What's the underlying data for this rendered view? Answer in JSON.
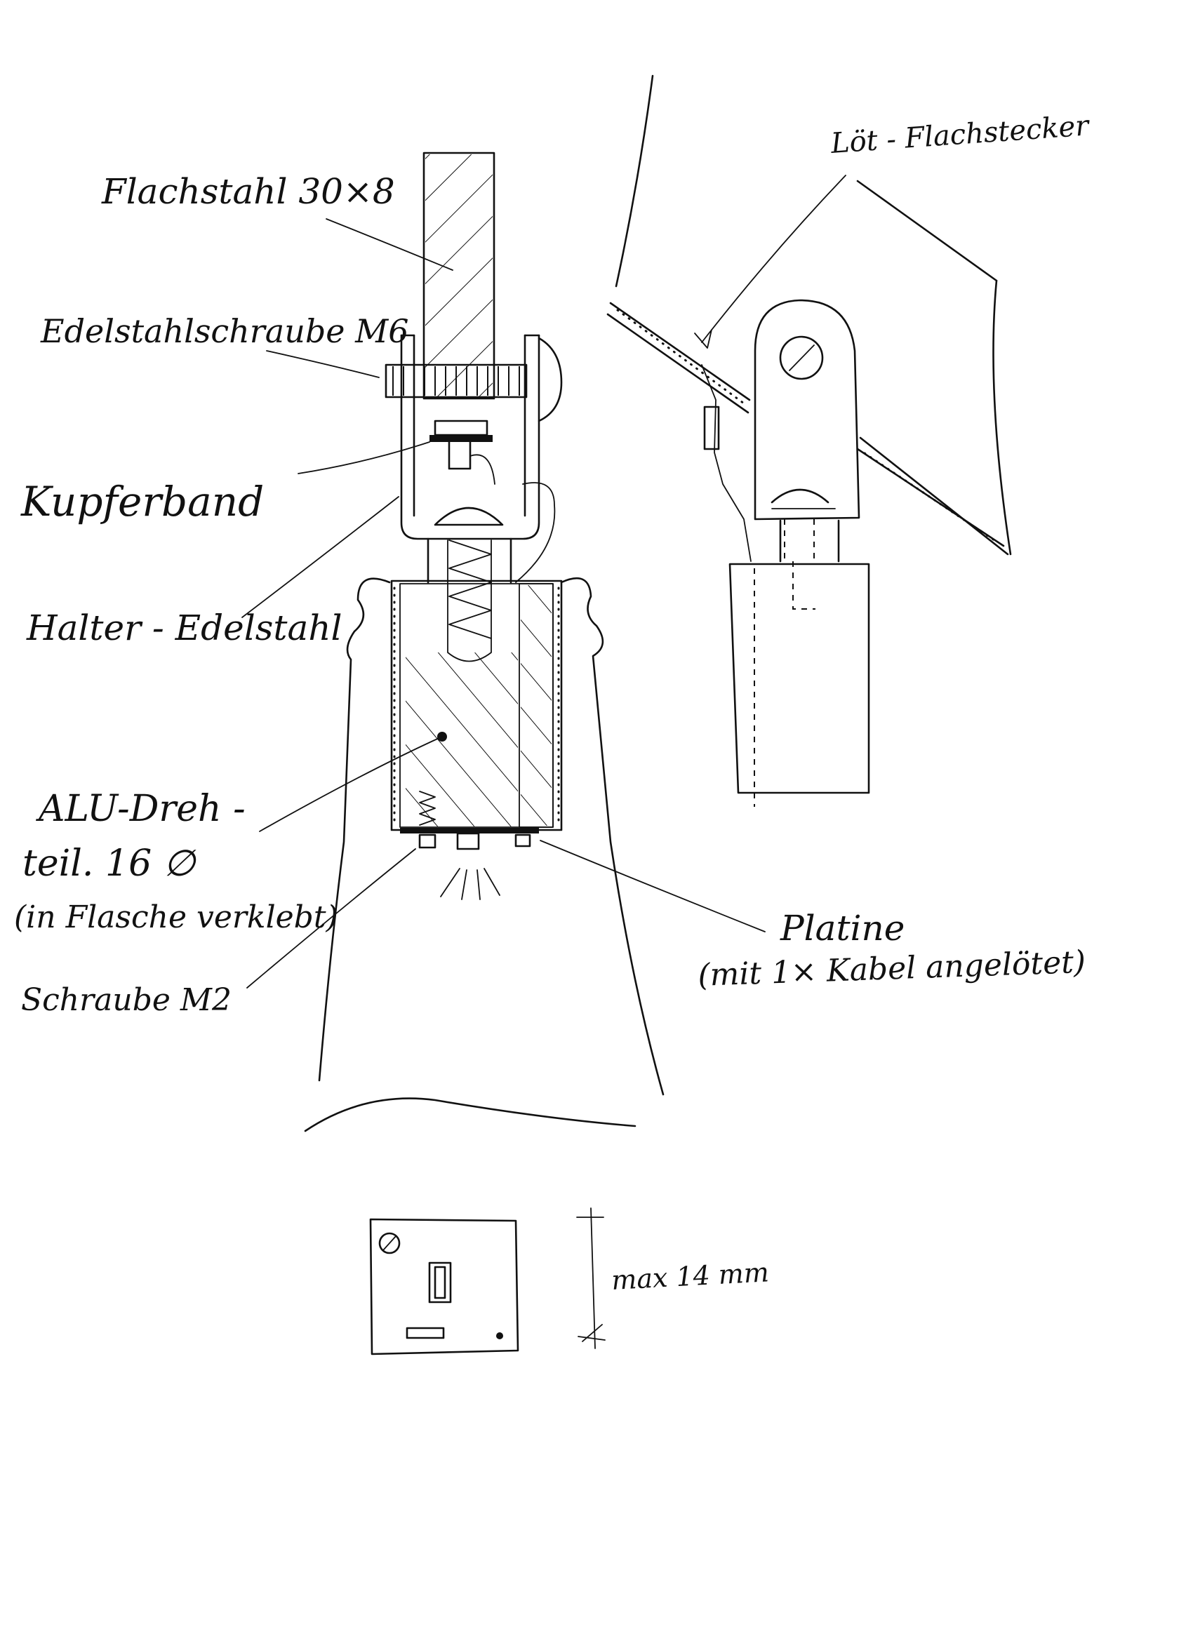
{
  "labels": {
    "flachstahl": "Flachstahl 30×8",
    "edelstahlschraube": "Edelstahlschraube M6",
    "kupferband": "Kupferband",
    "halter": "Halter - Edelstahl",
    "alu_line1": "ALU-Dreh -",
    "alu_line2": "teil. 16 ∅",
    "alu_line3": "(in Flasche verklebt)",
    "schraube_m2": "Schraube M2",
    "loet_flachstecker": "Löt - Flachstecker",
    "platine_line1": "Platine",
    "platine_line2": "(mit 1× Kabel angelötet)",
    "max_dimension": "max 14 mm"
  }
}
